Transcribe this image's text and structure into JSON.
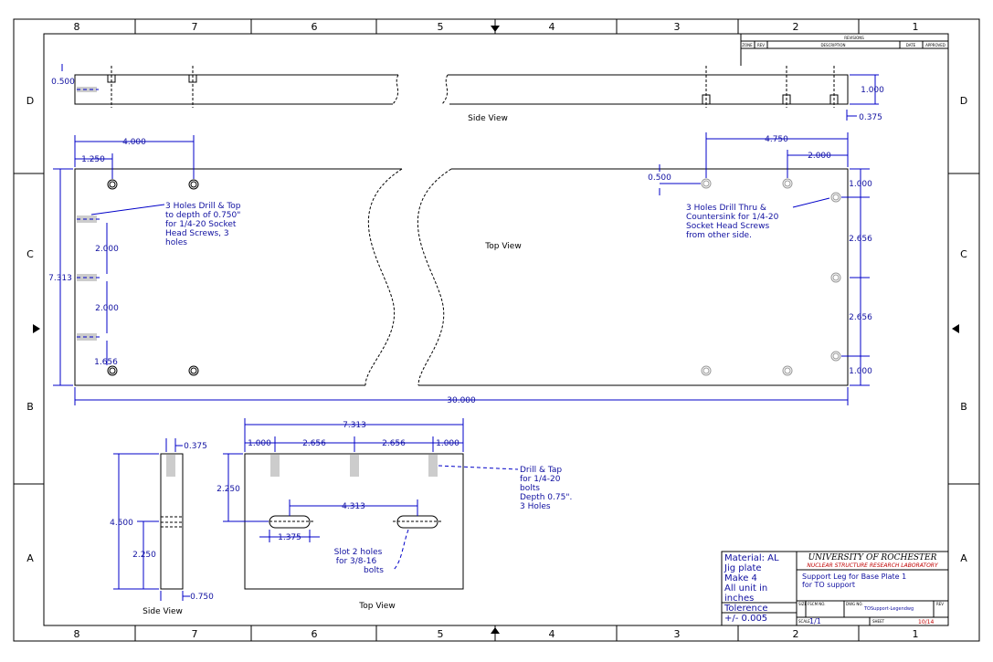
{
  "zones": {
    "columns": [
      "8",
      "7",
      "6",
      "5",
      "4",
      "3",
      "2",
      "1"
    ],
    "rows": [
      "D",
      "C",
      "B",
      "A"
    ]
  },
  "revision_block": {
    "title": "REVISIONS",
    "headers": [
      "ZONE",
      "REV",
      "DESCRIPTION",
      "DATE",
      "APPROVED"
    ]
  },
  "side_view": {
    "label": "Side View",
    "dims": {
      "left_height": "0.500",
      "right_height": "1.000",
      "right_offset": "0.375"
    }
  },
  "top_view": {
    "label": "Top View",
    "dims": {
      "d4000": "4.000",
      "d1250": "1.250",
      "d7313": "7.313",
      "d2000a": "2.000",
      "d2000b": "2.000",
      "d1656": "1.656",
      "d30000": "30.000",
      "d4750": "4.750",
      "d2000r": "2.000",
      "d0500": "0.500",
      "d1000a": "1.000",
      "d2656a": "2.656",
      "d2656b": "2.656",
      "d1000b": "1.000"
    },
    "note_left": [
      "3 Holes Drill & Top",
      "to depth of 0.750\"",
      "for 1/4-20 Socket",
      "Head Screws, 3",
      "holes"
    ],
    "note_right": [
      "3 Holes Drill Thru &",
      "Countersink for 1/4-20",
      "Socket Head Screws",
      "from other side."
    ]
  },
  "leg_side_view": {
    "label": "Side View",
    "dims": {
      "d0375": "0.375",
      "d4500": "4.500",
      "d2250": "2.250",
      "d0750": "0.750"
    }
  },
  "leg_top_view": {
    "label": "Top View",
    "dims": {
      "d7313": "7.313",
      "d1000a": "1.000",
      "d2656a": "2.656",
      "d2656b": "2.656",
      "d1000b": "1.000",
      "d2250": "2.250",
      "d4313": "4.313",
      "d1375": "1.375"
    },
    "note_drill": [
      "Drill & Tap",
      "for 1/4-20",
      "bolts",
      "Depth 0.75\".",
      "3 Holes"
    ],
    "note_slot": [
      "Slot 2 holes",
      "for 3/8-16",
      "bolts"
    ]
  },
  "material_block": {
    "lines": [
      "Material: AL",
      "Jig plate",
      "Make 4",
      "All unit in",
      "inches"
    ],
    "tolerance_label": "Tolerence",
    "tolerance_value": "+/- 0.005"
  },
  "title_block": {
    "university": "UNIVERSITY OF ROCHESTER",
    "lab": "NUCLEAR STRUCTURE RESEARCH LABORATORY",
    "title_lines": [
      "Support Leg for Base Plate 1",
      "for TO support"
    ],
    "size_label": "SIZE",
    "fscm_label": "FSCM NO.",
    "dwg_label": "DWG NO.",
    "dwg_no": "TOSupport-Legendwg",
    "rev_label": "REV",
    "scale_label": "SCALE",
    "scale_value": "1/1",
    "sheet_label": "SHEET",
    "sheet_value": "10/14"
  },
  "colors": {
    "dimension": "#0000c8",
    "outline": "#000000",
    "red_text": "#c00000",
    "hatch": "#cccccc"
  }
}
